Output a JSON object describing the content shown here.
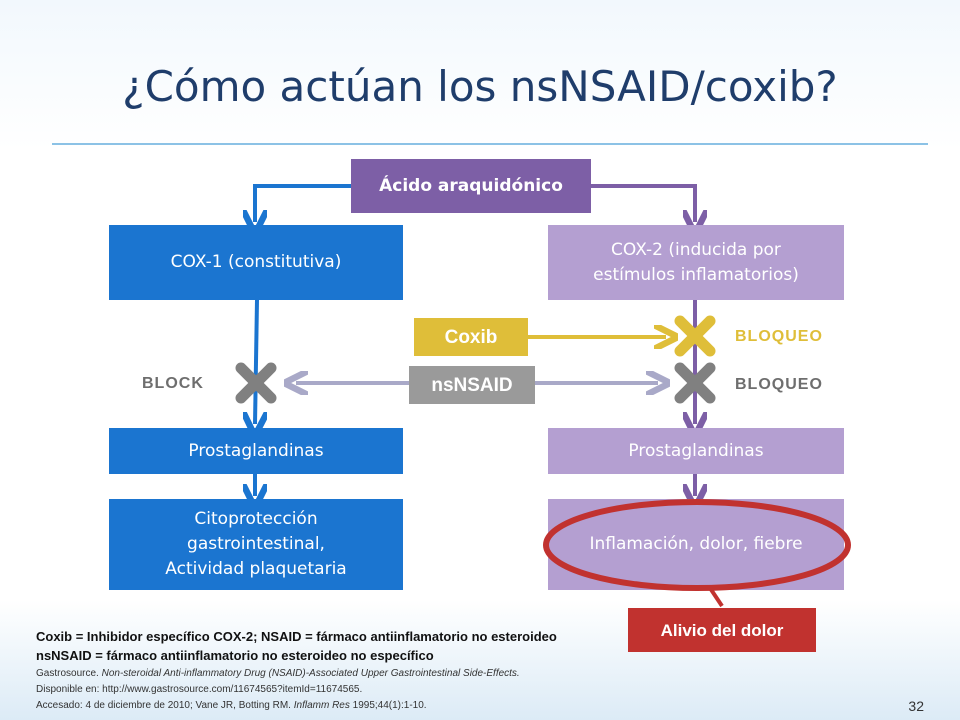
{
  "title": "¿Cómo actúan los nsNSAID/coxib?",
  "nodes": {
    "acido": "Ácido araquidónico",
    "cox1": "COX-1 (constitutiva)",
    "cox2_line1": "COX-2 (inducida por",
    "cox2_line2": "estímulos inflamatorios)",
    "coxib": "Coxib",
    "nsnsaid": "nsNSAID",
    "prost_left": "Prostaglandinas",
    "prost_right": "Prostaglandinas",
    "cito_line1": "Citoprotección",
    "cito_line2": "gastrointestinal,",
    "cito_line3": "Actividad plaquetaria",
    "inflam": "Inflamación, dolor, fiebre",
    "alivio": "Alivio del dolor"
  },
  "labels": {
    "block": "BLOCK",
    "bloqueo1": "BLOQUEO",
    "bloqueo2": "BLOQUEO"
  },
  "footnotes": {
    "line1": "Coxib = Inhibidor específico COX-2; NSAID = fármaco antiinflamatorio no esteroideo",
    "line2": "nsNSAID = fármaco antiinflamatorio no esteroideo no específico",
    "line3_a": "Gastrosource. ",
    "line3_b": "Non-steroidal Anti-inflammatory Drug (NSAID)-Associated Upper Gastrointestinal Side-Effects.",
    "line4": "Disponible en: http://www.gastrosource.com/11674565?itemId=11674565.",
    "line5_a": "Accesado: 4 de diciembre de 2010; Vane JR, Botting RM. ",
    "line5_b": "Inflamm Res",
    "line5_c": " 1995;44(1):1-10."
  },
  "page_number": "32",
  "colors": {
    "blue": "#1b75d0",
    "purple": "#7d5fa6",
    "lavender": "#b49fd1",
    "gold": "#dfbe39",
    "gray": "#9a9a9a",
    "red": "#c1322f"
  }
}
